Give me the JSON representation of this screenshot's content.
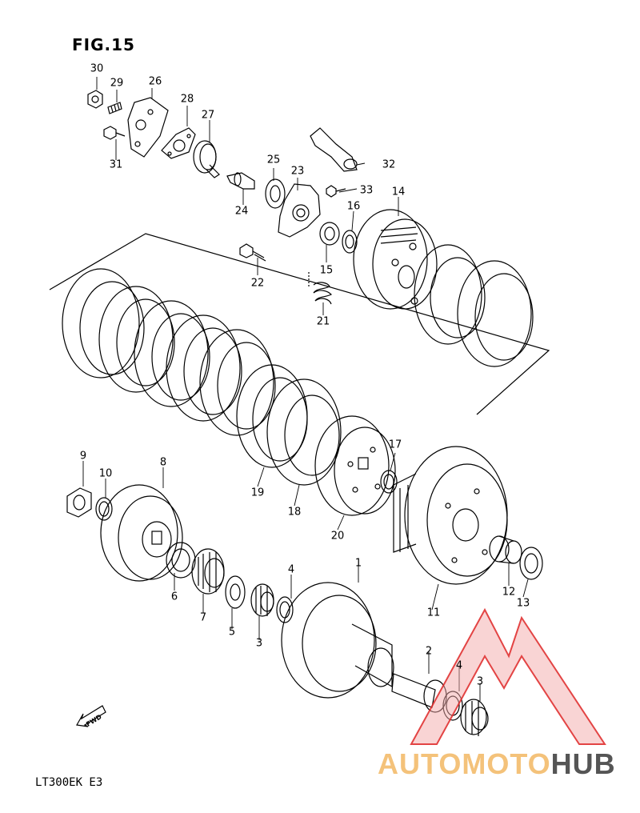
{
  "figure": {
    "title": "FIG.15",
    "model": "LT300EK  E3",
    "direction": "FWD"
  },
  "watermark": {
    "part1": "AUTOMOTO",
    "part2": "HUB",
    "logo_color": "#e03030",
    "text_color": "#f4c27a",
    "text_color2": "#555555"
  },
  "parts": [
    {
      "no": "1"
    },
    {
      "no": "2"
    },
    {
      "no": "3"
    },
    {
      "no": "3"
    },
    {
      "no": "4"
    },
    {
      "no": "4"
    },
    {
      "no": "5"
    },
    {
      "no": "6"
    },
    {
      "no": "7"
    },
    {
      "no": "8"
    },
    {
      "no": "9"
    },
    {
      "no": "10"
    },
    {
      "no": "11"
    },
    {
      "no": "12"
    },
    {
      "no": "13"
    },
    {
      "no": "14"
    },
    {
      "no": "15"
    },
    {
      "no": "16"
    },
    {
      "no": "17"
    },
    {
      "no": "18"
    },
    {
      "no": "19"
    },
    {
      "no": "20"
    },
    {
      "no": "21"
    },
    {
      "no": "22"
    },
    {
      "no": "23"
    },
    {
      "no": "24"
    },
    {
      "no": "25"
    },
    {
      "no": "26"
    },
    {
      "no": "27"
    },
    {
      "no": "28"
    },
    {
      "no": "29"
    },
    {
      "no": "30"
    },
    {
      "no": "31"
    },
    {
      "no": "32"
    },
    {
      "no": "33"
    }
  ]
}
